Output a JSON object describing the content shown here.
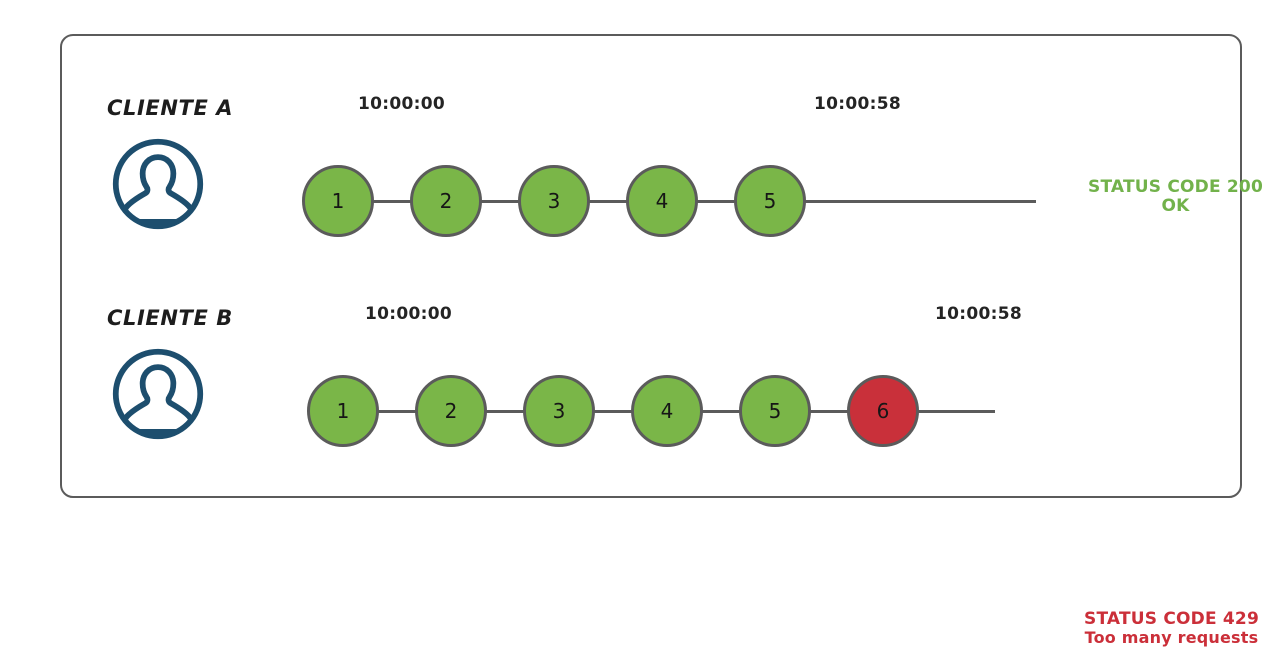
{
  "diagram": {
    "title": "Rate limiting timeline",
    "colors": {
      "frame_border": "#5b5b5b",
      "node_ok": "#7ab648",
      "node_fail": "#c9303a",
      "node_border": "#5b5b5b",
      "avatar": "#1d4e6e",
      "status_ok": "#72b24b",
      "status_fail": "#cb2f39",
      "text": "#1d1d1d"
    },
    "rows": [
      {
        "id": "client-a",
        "label": "CLIENTE A",
        "avatar_icon": "user-avatar-icon",
        "timestamp_start": "10:00:00",
        "timestamp_end": "10:00:58",
        "nodes": [
          {
            "number": "1",
            "state": "ok"
          },
          {
            "number": "2",
            "state": "ok"
          },
          {
            "number": "3",
            "state": "ok"
          },
          {
            "number": "4",
            "state": "ok"
          },
          {
            "number": "5",
            "state": "ok"
          }
        ],
        "status": {
          "line1": "STATUS CODE 200",
          "line2": "OK",
          "color": "#72b24b"
        }
      },
      {
        "id": "client-b",
        "label": "CLIENTE B",
        "avatar_icon": "user-avatar-icon",
        "timestamp_start": "10:00:00",
        "timestamp_end": "10:00:58",
        "nodes": [
          {
            "number": "1",
            "state": "ok"
          },
          {
            "number": "2",
            "state": "ok"
          },
          {
            "number": "3",
            "state": "ok"
          },
          {
            "number": "4",
            "state": "ok"
          },
          {
            "number": "5",
            "state": "ok"
          },
          {
            "number": "6",
            "state": "fail"
          }
        ],
        "status": {
          "line1": "STATUS CODE 429",
          "line2": "Too many requests",
          "color": "#cb2f39"
        }
      }
    ]
  }
}
